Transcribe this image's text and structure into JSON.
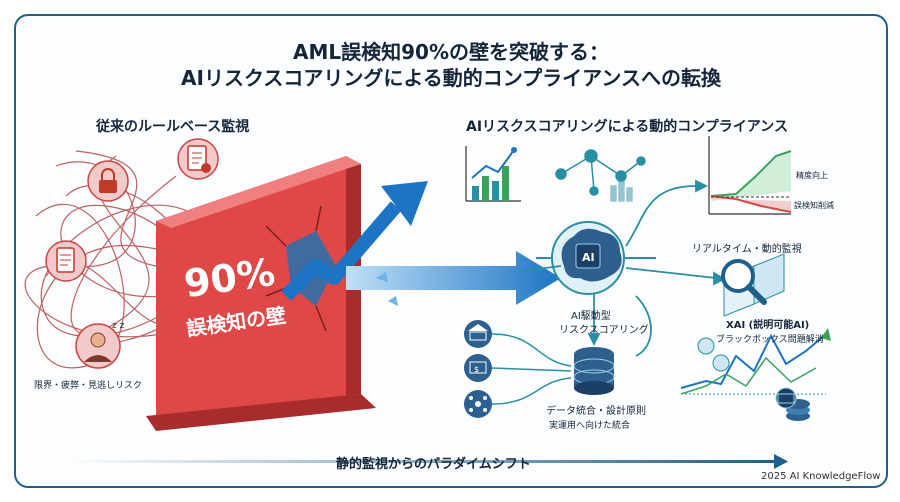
{
  "title": {
    "line1": "AML誤検知90%の壁を突破する：",
    "line2": "AIリスクスコアリングによる動的コンプライアンスへの転換"
  },
  "left": {
    "heading": "従来のルールベース監視",
    "bottom_label": "限界・疲弊・見逃しリスク",
    "wall_percent": "90%",
    "wall_label": "誤検知の壁"
  },
  "right": {
    "heading": "AIリスクスコアリングによる動的コンプライアンス",
    "ai_chip": "AI",
    "ai_label_1": "AI駆動型",
    "ai_label_2": "リスクスコアリング",
    "realtime_label": "リアルタイム・動的監視",
    "accuracy_label": "精度向上",
    "false_positive_label": "誤検知削減",
    "xai_label_1": "XAI (説明可能AI)",
    "xai_label_2": "ブラックボックス問題解消",
    "data_label_1": "データ統合・設計原則",
    "data_label_2": "実運用へ向けた統合"
  },
  "bottom_arrow_label": "静的監視からのパラダイムシフト",
  "footer": "2025 AI KnowledgeFlow",
  "icons": [
    "lock-icon",
    "checklist-icon",
    "document-icon",
    "sleeping-person-icon",
    "brain-chip-icon",
    "bar-chart-icon",
    "network-icon",
    "line-chart-icon",
    "magnifier-icon",
    "bank-icon",
    "money-icon",
    "share-icon",
    "database-icon",
    "coins-icon"
  ],
  "colors": {
    "frame": "#1f5f8b",
    "wall": "#e04848",
    "wall_dark": "#a82c2c",
    "arrow": "#1e74c4",
    "teal": "#2b8fa3",
    "green": "#3aa35a",
    "red": "#d24a4a"
  }
}
